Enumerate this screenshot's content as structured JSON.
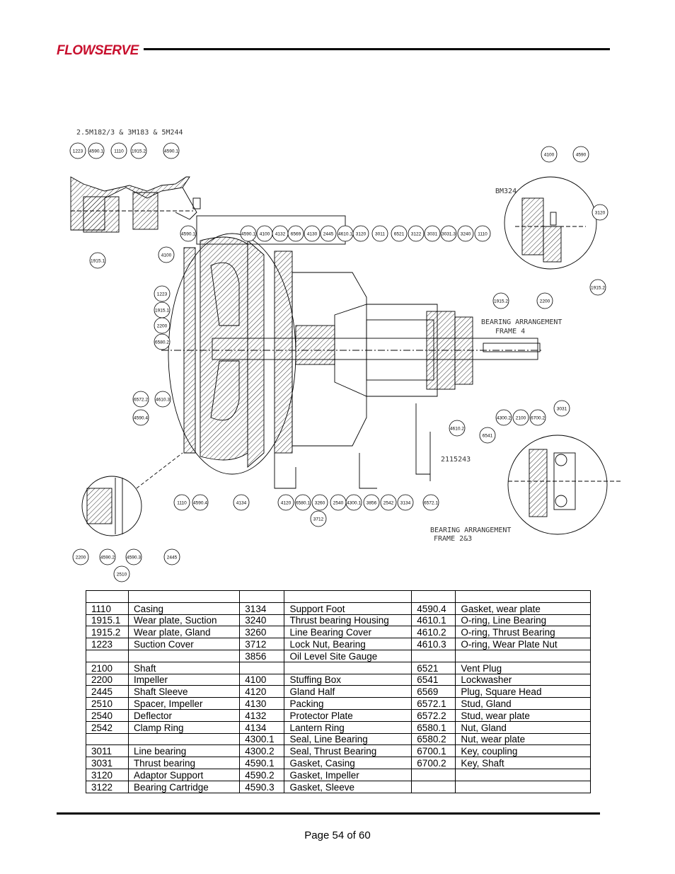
{
  "header": {
    "logo_text": "FLOWSERVE"
  },
  "drawing": {
    "title_top": "2.5M182/3 & 3M183 & 5M244",
    "label_bm324": "BM324",
    "label_frame4_1": "BEARING ARRANGEMENT",
    "label_frame4_2": "FRAME 4",
    "label_frame23_1": "BEARING ARRANGEMENT",
    "label_frame23_2": "FRAME 2&3",
    "drawing_number": "2115243",
    "tags": [
      "1223",
      "4590.1",
      "1110",
      "1915.2",
      "4590.1",
      "1915.1",
      "4100",
      "4590.1",
      "4590.1",
      "4100",
      "4132",
      "6569",
      "4130",
      "2445",
      "4610.1",
      "3120",
      "3011",
      "6521",
      "3122",
      "3031",
      "3031.3",
      "3240",
      "1110",
      "4100",
      "4590",
      "3120",
      "1915.2",
      "2200",
      "1915.2",
      "1223",
      "1915.1",
      "2200",
      "6580.2",
      "6572.2",
      "4610.3",
      "4590.4",
      "1110",
      "4590.4",
      "4134",
      "4120",
      "6580.1",
      "3260",
      "2540",
      "4300.1",
      "3856",
      "2542",
      "3134",
      "6572.1",
      "3712",
      "4300.2",
      "2100",
      "6700.2",
      "4610.2",
      "6541",
      "3031",
      "2200",
      "4590.2",
      "4590.3",
      "2445",
      "2510"
    ]
  },
  "table": {
    "rows": [
      [
        "",
        "",
        "",
        "",
        "",
        ""
      ],
      [
        "1110",
        "Casing",
        "3134",
        "Support Foot",
        "4590.4",
        "Gasket, wear plate"
      ],
      [
        "1915.1",
        "Wear plate, Suction",
        "3240",
        "Thrust bearing Housing",
        "4610.1",
        "O-ring, Line Bearing"
      ],
      [
        "1915.2",
        "Wear plate, Gland",
        "3260",
        "Line Bearing Cover",
        "4610.2",
        "O-ring, Thrust Bearing"
      ],
      [
        "1223",
        "Suction Cover",
        "3712",
        "Lock Nut, Bearing",
        "4610.3",
        "O-ring, Wear Plate Nut"
      ],
      [
        "",
        "",
        "3856",
        "Oil Level Site Gauge",
        "",
        ""
      ],
      [
        "2100",
        "Shaft",
        "",
        "",
        "6521",
        "Vent Plug"
      ],
      [
        "2200",
        "Impeller",
        "4100",
        "Stuffing Box",
        "6541",
        "Lockwasher"
      ],
      [
        "2445",
        "Shaft Sleeve",
        "4120",
        "Gland Half",
        "6569",
        "Plug, Square Head"
      ],
      [
        "2510",
        "Spacer, Impeller",
        "4130",
        "Packing",
        "6572.1",
        "Stud, Gland"
      ],
      [
        "2540",
        "Deflector",
        "4132",
        "Protector Plate",
        "6572.2",
        "Stud, wear plate"
      ],
      [
        "2542",
        "Clamp Ring",
        "4134",
        "Lantern Ring",
        "6580.1",
        "Nut, Gland"
      ],
      [
        "",
        "",
        "4300.1",
        "Seal, Line Bearing",
        "6580.2",
        "Nut, wear plate"
      ],
      [
        "3011",
        "Line bearing",
        "4300.2",
        "Seal, Thrust Bearing",
        "6700.1",
        "Key, coupling"
      ],
      [
        "3031",
        "Thrust bearing",
        "4590.1",
        "Gasket, Casing",
        "6700.2",
        "Key, Shaft"
      ],
      [
        "3120",
        "Adaptor Support",
        "4590.2",
        "Gasket, Impeller",
        "",
        ""
      ],
      [
        "3122",
        "Bearing Cartridge",
        "4590.3",
        "Gasket, Sleeve",
        "",
        ""
      ]
    ]
  },
  "footer": {
    "page_label": "Page 54 of 60"
  }
}
